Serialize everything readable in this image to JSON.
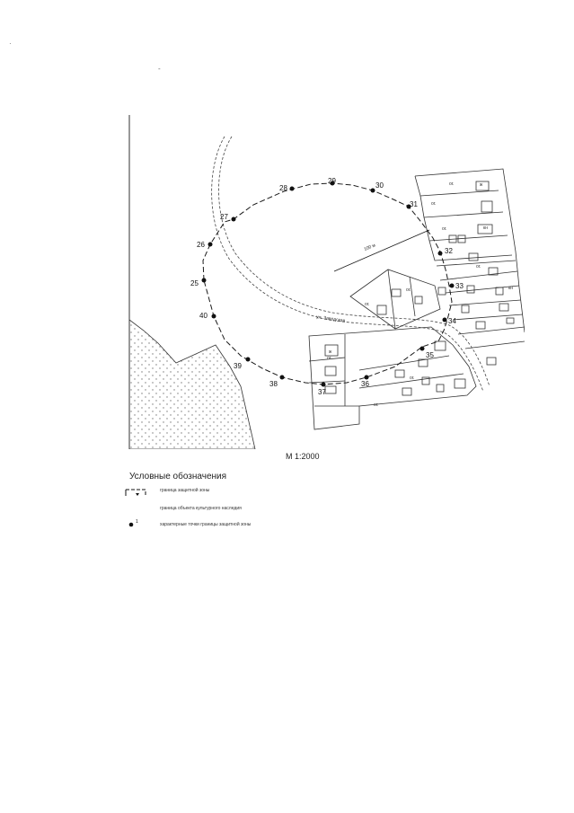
{
  "map": {
    "scale": "М 1:2000",
    "radius_label": "100 м",
    "road_label": "ул. Заводская",
    "point_labels": [
      "25",
      "26",
      "27",
      "28",
      "29",
      "30",
      "31",
      "32",
      "33",
      "34",
      "35",
      "36",
      "37",
      "38",
      "39",
      "40"
    ],
    "parcel_labels": {
      "agricultural": "ог.",
      "residential": "ж",
      "kn": "кн"
    },
    "colors": {
      "line": "#1a1a1a",
      "parcel_line": "#333333",
      "dots": "#777777"
    }
  },
  "legend": {
    "title": "Условные обозначения",
    "items": [
      {
        "icon": "dashed-boundary-icon",
        "text": "граница защитной зоны"
      },
      {
        "icon": "blank-icon",
        "text": "граница объекта культурного наследия"
      },
      {
        "icon": "point-icon",
        "marker": "1",
        "text": "характерные точки границы защитной зоны"
      }
    ]
  }
}
